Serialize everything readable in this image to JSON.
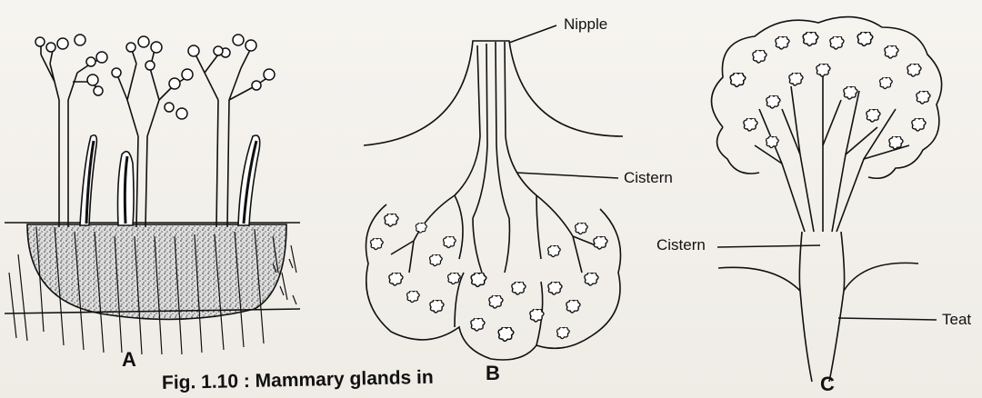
{
  "figure": {
    "caption": "Fig. 1.10 : Mammary glands in",
    "panels": [
      {
        "letter": "A"
      },
      {
        "letter": "B",
        "labels": [
          "Nipple",
          "Cistern"
        ]
      },
      {
        "letter": "C",
        "labels": [
          "Cistern",
          "Teat"
        ]
      }
    ]
  }
}
